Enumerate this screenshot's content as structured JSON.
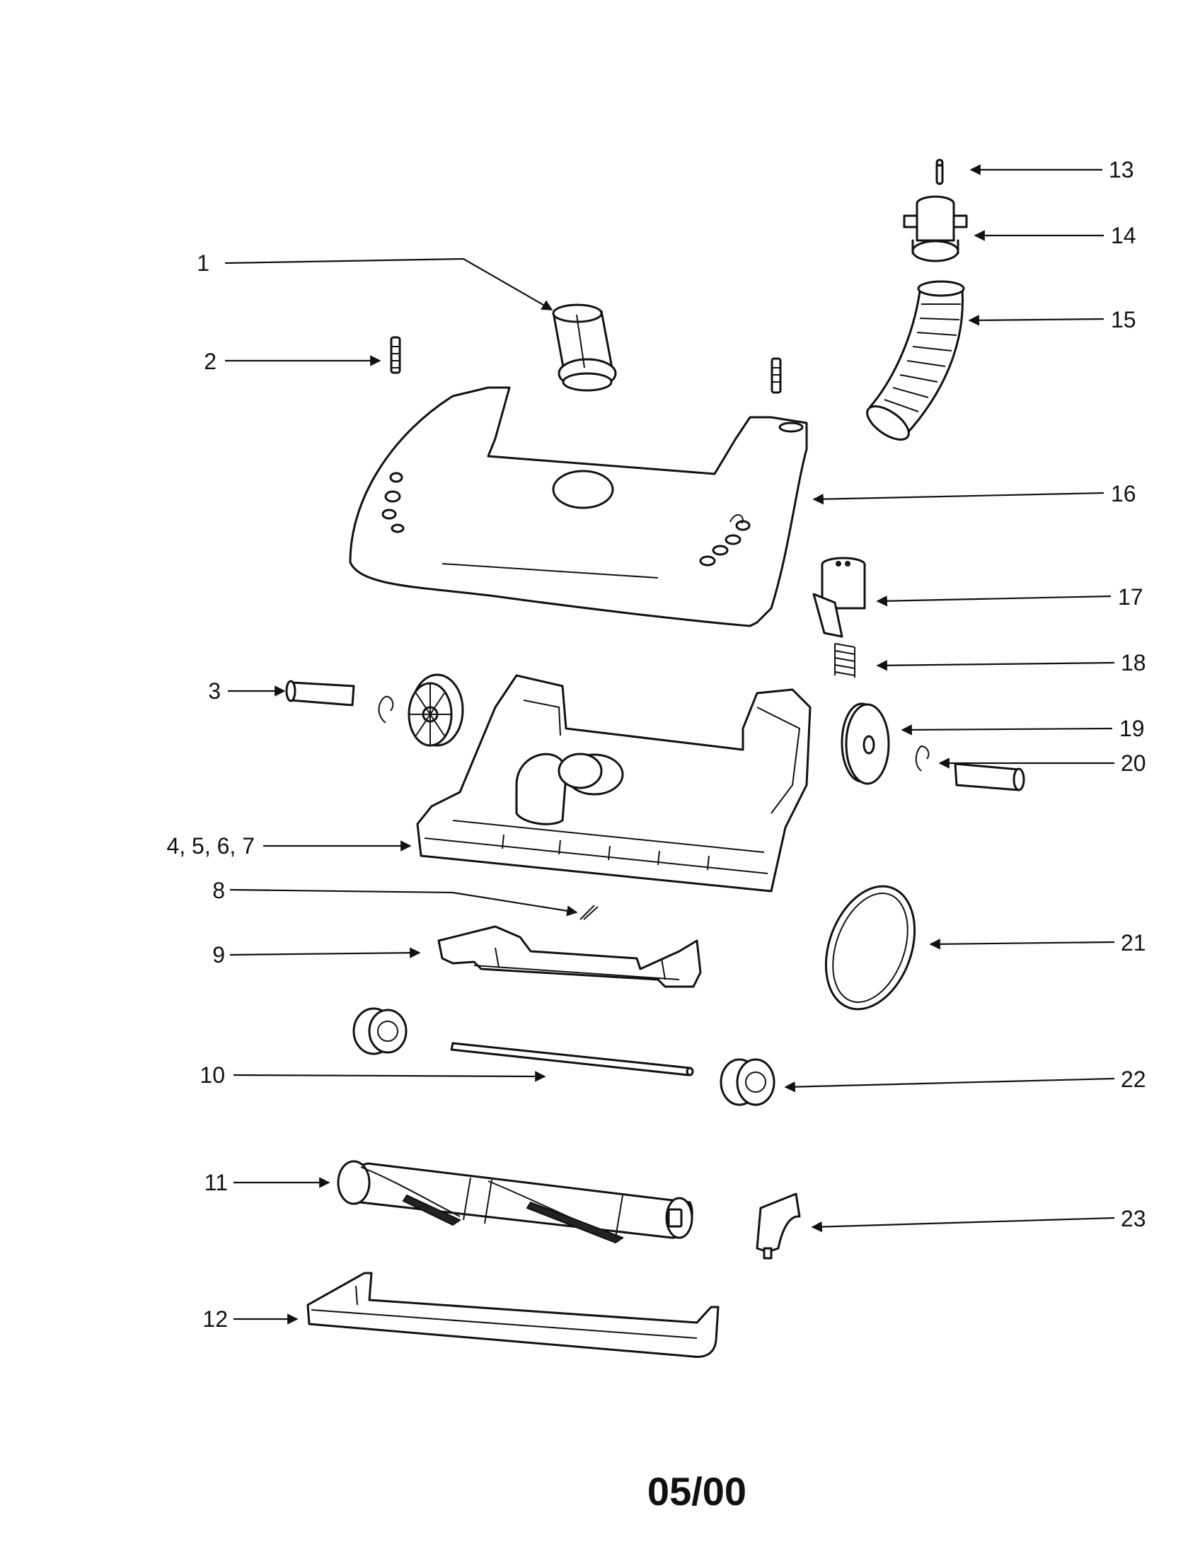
{
  "diagram": {
    "callouts": [
      {
        "id": "1",
        "label": "1"
      },
      {
        "id": "2",
        "label": "2"
      },
      {
        "id": "3",
        "label": "3"
      },
      {
        "id": "4-7",
        "label": "4, 5, 6, 7"
      },
      {
        "id": "8",
        "label": "8"
      },
      {
        "id": "9",
        "label": "9"
      },
      {
        "id": "10",
        "label": "10"
      },
      {
        "id": "11",
        "label": "11"
      },
      {
        "id": "12",
        "label": "12"
      },
      {
        "id": "13",
        "label": "13"
      },
      {
        "id": "14",
        "label": "14"
      },
      {
        "id": "15",
        "label": "15"
      },
      {
        "id": "16",
        "label": "16"
      },
      {
        "id": "17",
        "label": "17"
      },
      {
        "id": "18",
        "label": "18"
      },
      {
        "id": "19",
        "label": "19"
      },
      {
        "id": "20",
        "label": "20"
      },
      {
        "id": "21",
        "label": "21"
      },
      {
        "id": "22",
        "label": "22"
      },
      {
        "id": "23",
        "label": "23"
      }
    ],
    "footer_date": "05/00"
  }
}
